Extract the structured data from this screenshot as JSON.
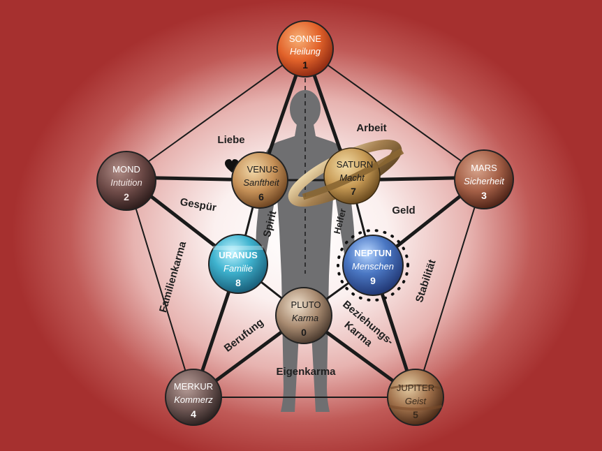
{
  "planets": {
    "sonne": {
      "name": "SONNE",
      "quality": "Heilung",
      "number": "1"
    },
    "mond": {
      "name": "MOND",
      "quality": "Intuition",
      "number": "2"
    },
    "mars": {
      "name": "MARS",
      "quality": "Sicherheit",
      "number": "3"
    },
    "merkur": {
      "name": "MERKUR",
      "quality": "Kommerz",
      "number": "4"
    },
    "jupiter": {
      "name": "JUPITER",
      "quality": "Geist",
      "number": "5"
    },
    "venus": {
      "name": "VENUS",
      "quality": "Sanftheit",
      "number": "6"
    },
    "saturn": {
      "name": "SATURN",
      "quality": "Macht",
      "number": "7"
    },
    "uranus": {
      "name": "URANUS",
      "quality": "Familie",
      "number": "8"
    },
    "neptun": {
      "name": "NEPTUN",
      "quality": "Menschen",
      "number": "9"
    },
    "pluto": {
      "name": "PLUTO",
      "quality": "Karma",
      "number": "0"
    }
  },
  "relations": {
    "liebe": "Liebe",
    "arbeit": "Arbeit",
    "gespuer": "Gespür",
    "geld": "Geld",
    "spirit": "Spirit",
    "helfer": "Helfer",
    "familienkarma": "Familienkarma",
    "stabilitaet": "Stabilität",
    "berufung": "Berufung",
    "beziehungs": "Beziehungs-",
    "karma": "Karma",
    "eigenkarma": "Eigenkarma"
  },
  "colors": {
    "background_outer": "#a6302f",
    "background_inner": "#ffffff",
    "silhouette": "#6f6f71",
    "lines": "#1a1a1a"
  },
  "icons": {
    "heart": "heart-icon",
    "figure": "human-silhouette"
  }
}
